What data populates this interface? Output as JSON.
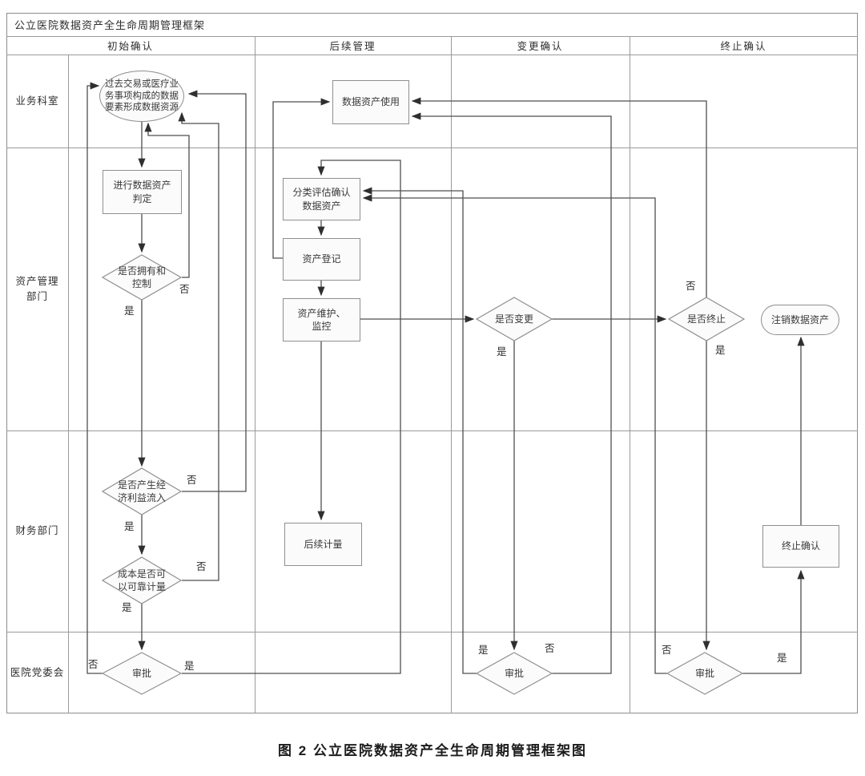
{
  "title": "公立医院数据资产全生命周期管理框架",
  "caption": "图 2  公立医院数据资产全生命周期管理框架图",
  "columns": [
    "初始确认",
    "后续管理",
    "变更确认",
    "终止确认"
  ],
  "rows": [
    "业务科室",
    "资产管理\n部门",
    "财务部门",
    "医院党委会"
  ],
  "nodes": {
    "data_resource": "过去交易或医疗业\n务事项构成的数据\n要素形成数据资源",
    "asset_judge": "进行数据资产\n判定",
    "own_control": "是否拥有和\n控制",
    "economic_inflow": "是否产生经\n济利益流入",
    "cost_measurable": "成本是否可\n以可靠计量",
    "approval1": "审批",
    "asset_use": "数据资产使用",
    "classify_confirm": "分类评估确认\n数据资产",
    "asset_register": "资产登记",
    "asset_maintain": "资产维护、\n监控",
    "subsequent_measure": "后续计量",
    "change_q": "是否变更",
    "approval2": "审批",
    "terminate_q": "是否终止",
    "approval3": "审批",
    "terminate_confirm": "终止确认",
    "deregister": "注销数据资产"
  },
  "edge_labels": {
    "yes": "是",
    "no": "否"
  },
  "colors": {
    "line": "#4f4f4f",
    "node_border": "#8f8f8f",
    "grid": "#9a9a9a"
  }
}
